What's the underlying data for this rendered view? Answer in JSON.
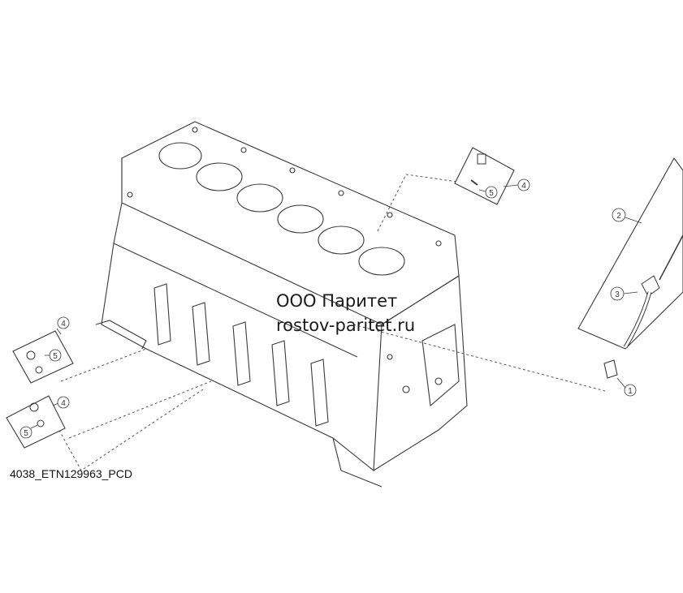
{
  "watermark": {
    "line1": "ООО Паритет",
    "line2": "rostov-paritet.ru"
  },
  "figure_id": "4038_ETN129963_PCD",
  "callouts": {
    "top_box_4": "4",
    "top_box_5": "5",
    "tube_2": "2",
    "tube_3": "3",
    "fitting_1": "1",
    "left_upper_4": "4",
    "left_upper_5": "5",
    "left_lower_4": "4",
    "left_lower_5": "5"
  },
  "colors": {
    "line": "#3a3a3a",
    "dashed": "#555555",
    "watermark": "#1a1a1a"
  }
}
